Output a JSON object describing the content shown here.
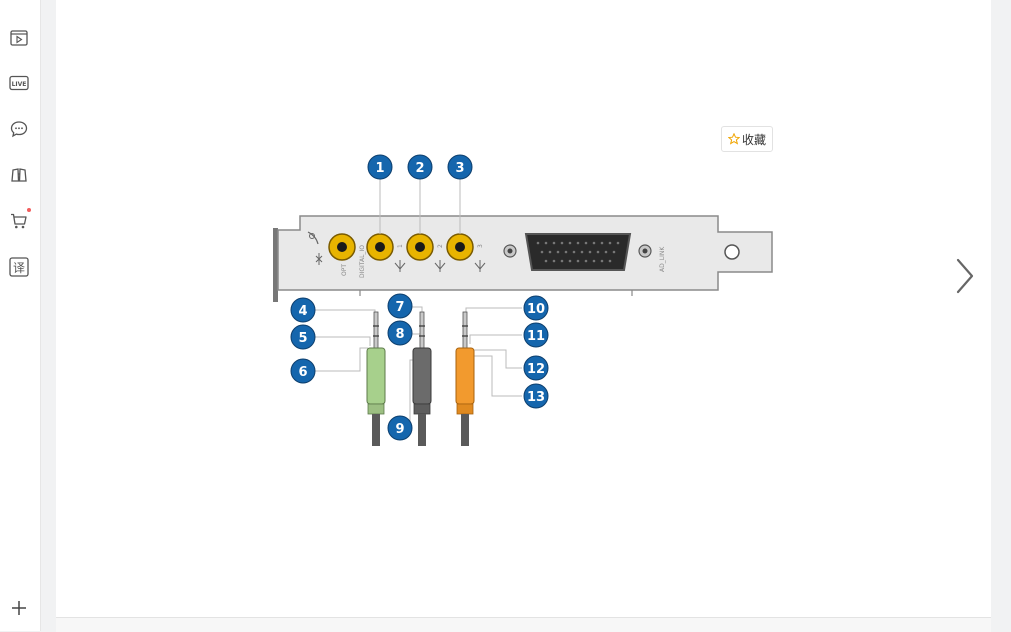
{
  "sidebar": {
    "items": [
      {
        "icon": "video-play-icon"
      },
      {
        "icon": "live-icon",
        "label": "LIVE"
      },
      {
        "icon": "chat-bubble-icon"
      },
      {
        "icon": "glasses-icon"
      },
      {
        "icon": "shopping-cart-icon",
        "badge": true
      },
      {
        "icon": "translate-icon",
        "label": "译"
      },
      {
        "icon": "plus-icon"
      }
    ]
  },
  "viewer": {
    "collect_label": "收藏",
    "collect_icon": "star-outline-icon",
    "next_icon": "chevron-right-icon"
  },
  "diagram": {
    "bracket_labels": {
      "opt": "OPT",
      "digital_io": "DIGITAL_IO",
      "jack1": "1",
      "jack2": "2",
      "jack3": "3",
      "ad_link": "AD_LINK"
    },
    "callouts": [
      "1",
      "2",
      "3",
      "4",
      "5",
      "6",
      "7",
      "8",
      "9",
      "10",
      "11",
      "12",
      "13"
    ],
    "plug_colors": {
      "green": "#a7d08c",
      "gray": "#6b6b6b",
      "orange": "#f29a2e"
    },
    "callout_color": "#1566ad",
    "jack_color": "#e8b400"
  },
  "bottom_bar": {
    "items": [
      "",
      "",
      "",
      "",
      "",
      "",
      "",
      ""
    ]
  }
}
